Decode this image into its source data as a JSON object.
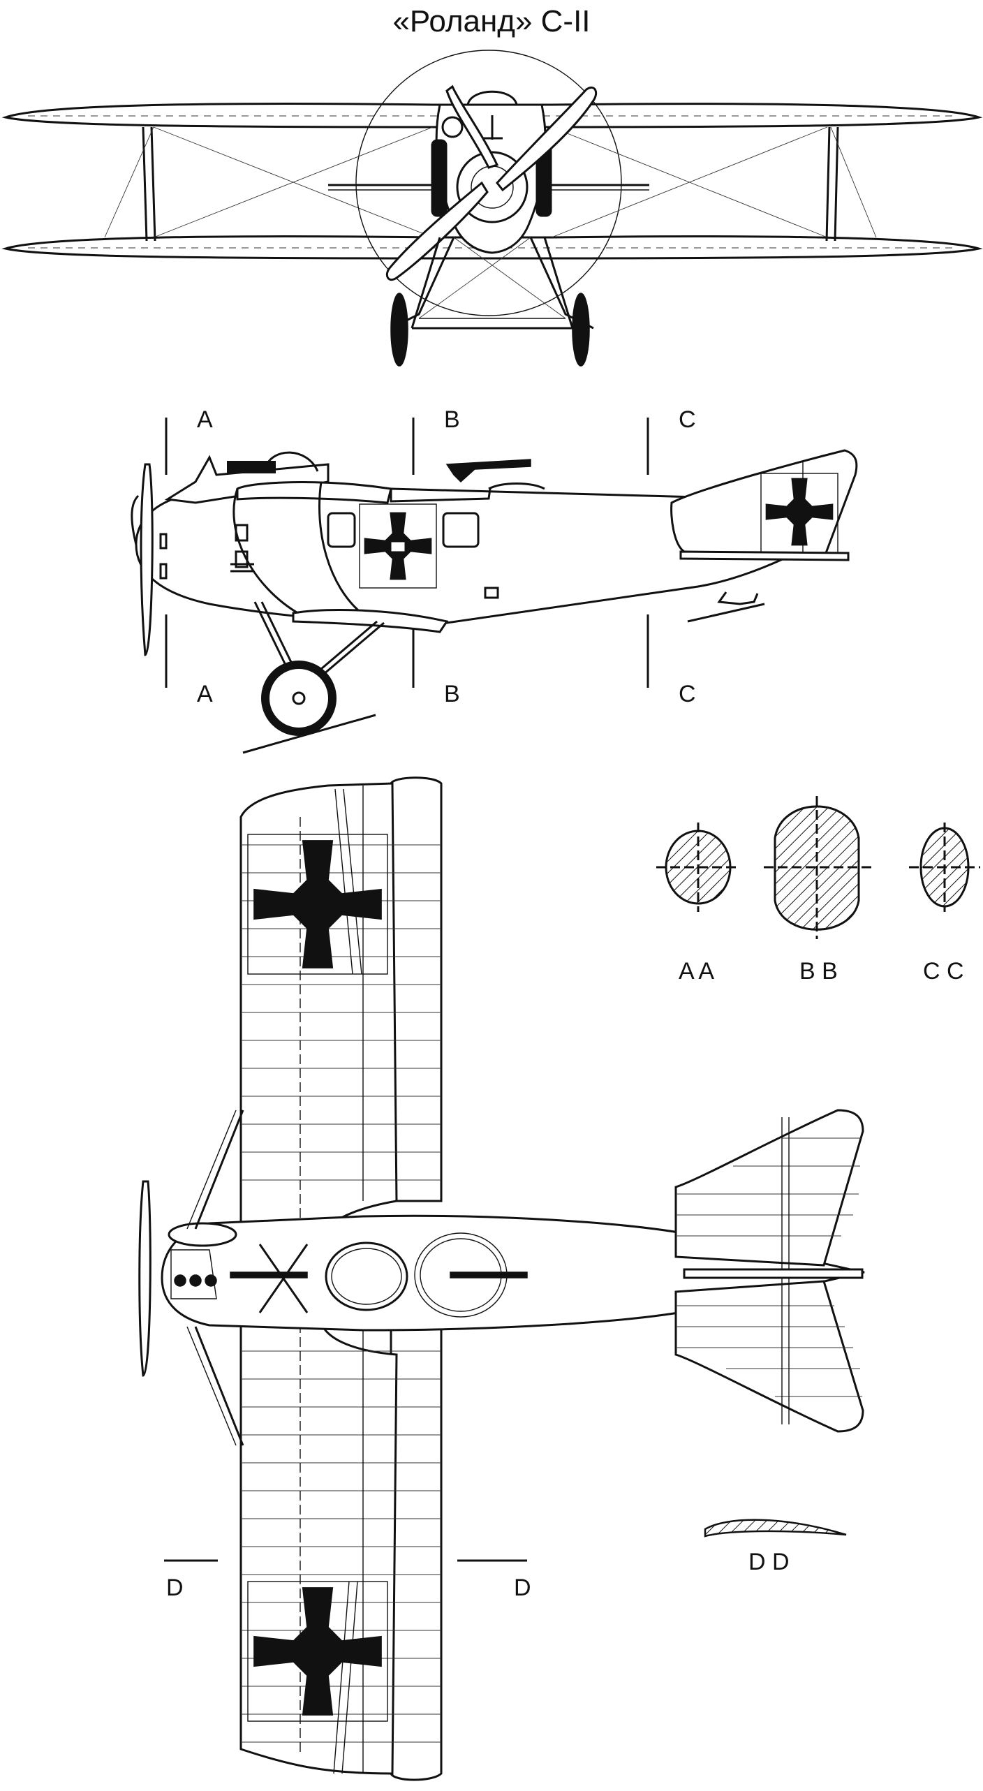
{
  "title": "«Роланд» С-II",
  "section_labels": {
    "a_top": "A",
    "a_bottom": "A",
    "b_top": "B",
    "b_bottom": "B",
    "c_top": "C",
    "c_bottom": "C",
    "d_left": "D",
    "d_right": "D"
  },
  "cross_section_labels": {
    "aa": "A A",
    "bb": "B B",
    "cc": "C C",
    "dd": "D D"
  },
  "colors": {
    "ink": "#111111",
    "paper": "#ffffff"
  }
}
